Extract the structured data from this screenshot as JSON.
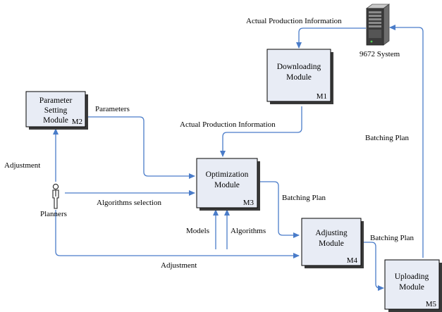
{
  "colors": {
    "box_fill": "#e8ecf5",
    "box_stroke": "#000000",
    "shadow": "#3a3a3a",
    "arrow": "#4a7cc9"
  },
  "modules": {
    "downloading": {
      "line1": "Downloading",
      "line2": "Module",
      "id": "M1"
    },
    "parameter": {
      "line1": "Parameter",
      "line2": "Setting",
      "line3": "Module",
      "id": "M2"
    },
    "optimization": {
      "line1": "Optimization",
      "line2": "Module",
      "id": "M3"
    },
    "adjusting": {
      "line1": "Adjusting",
      "line2": "Module",
      "id": "M4"
    },
    "uploading": {
      "line1": "Uploading",
      "line2": "Module",
      "id": "M5"
    }
  },
  "system": {
    "label": "9672 System",
    "icon": "server-icon"
  },
  "planners": {
    "label": "Planners",
    "icon": "person-icon"
  },
  "edges": {
    "actual_prod_top": "Actual Production Information",
    "actual_prod_mid": "Actual Production Information",
    "parameters": "Parameters",
    "algorithms_selection": "Algorithms selection",
    "adjustment_left": "Adjustment",
    "adjustment_bottom": "Adjustment",
    "batching_plan_m3": "Batching Plan",
    "batching_plan_m4": "Batching Plan",
    "batching_plan_up": "Batching Plan",
    "models": "Models",
    "algorithms": "Algorithms"
  }
}
